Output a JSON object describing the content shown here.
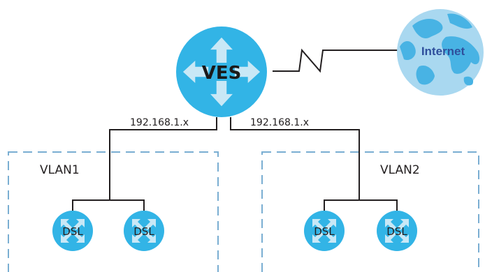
{
  "diagram": {
    "ves_label": "VES",
    "internet_label": "Internet",
    "vlan1": {
      "label": "VLAN1",
      "ip": "192.168.1.x",
      "devices": [
        "DSL",
        "DSL"
      ]
    },
    "vlan2": {
      "label": "VLAN2",
      "ip": "192.168.1.x",
      "devices": [
        "DSL",
        "DSL"
      ]
    }
  },
  "colors": {
    "device_fill": "#32b4e6",
    "arrow_fill": "#c8e8f6",
    "globe_fill": "#a9d8f0",
    "continent_fill": "#48b3e4",
    "dashed_border": "#7aaed2",
    "line": "#231f20"
  }
}
